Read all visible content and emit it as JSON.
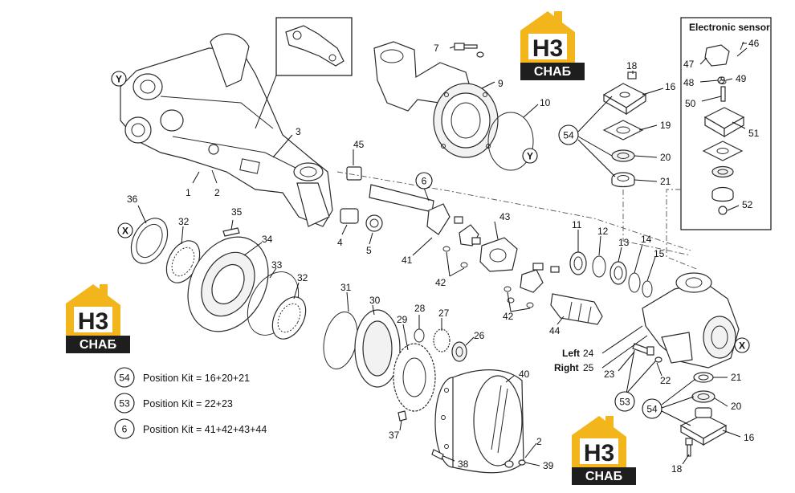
{
  "brand": {
    "logo_letters": "H3",
    "logo_caption": "СНАБ",
    "accent_color": "#f2b61c",
    "dark_color": "#1e1e1e"
  },
  "sensor_box": {
    "title": "Electronic sensor",
    "labels": [
      "46",
      "47",
      "48",
      "49",
      "50",
      "51",
      "52"
    ]
  },
  "axes": {
    "y_marker": "Y",
    "x_marker": "X"
  },
  "part_labels": {
    "p1": "1",
    "p2": "2",
    "p3": "3",
    "p4": "4",
    "p5": "5",
    "p6": "6",
    "p7": "7",
    "p9": "9",
    "p10": "10",
    "p11": "11",
    "p12": "12",
    "p13": "13",
    "p14": "14",
    "p15": "15",
    "p16": "16",
    "p18": "18",
    "p19": "19",
    "p20": "20",
    "p21": "21",
    "p22": "22",
    "p23": "23",
    "p26": "26",
    "p27": "27",
    "p28": "28",
    "p29": "29",
    "p30": "30",
    "p31": "31",
    "p32": "32",
    "p33": "33",
    "p34": "34",
    "p35": "35",
    "p36": "36",
    "p37": "37",
    "p38": "38",
    "p39": "39",
    "p40": "40",
    "p41": "41",
    "p42": "42",
    "p43": "43",
    "p44": "44",
    "p45": "45",
    "p53": "53",
    "p54": "54"
  },
  "side_labels": {
    "left_text": "Left",
    "left_num": "24",
    "right_text": "Right",
    "right_num": "25"
  },
  "legend": [
    {
      "kit": "54",
      "text": "Position Kit = 16+20+21"
    },
    {
      "kit": "53",
      "text": "Position Kit = 22+23"
    },
    {
      "kit": "6",
      "text": "Position Kit = 41+42+43+44"
    }
  ]
}
